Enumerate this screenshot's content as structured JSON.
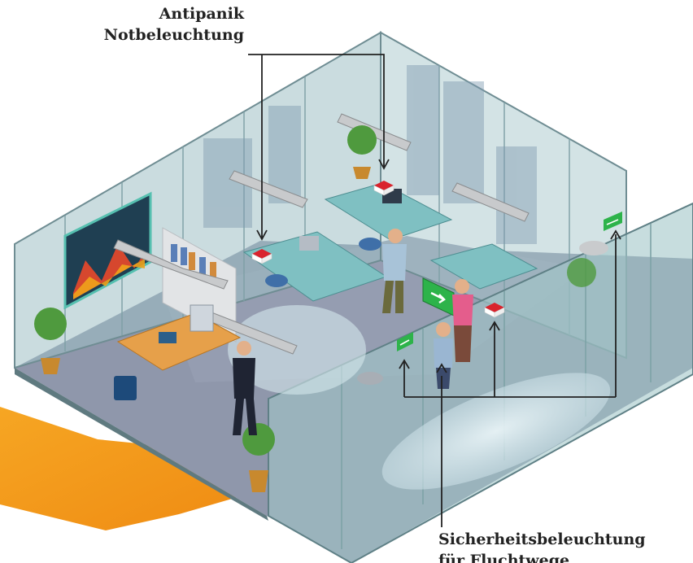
{
  "labels": {
    "antipanik": {
      "line1": "Antipanik",
      "line2": "Notbeleuchtung"
    },
    "sicherheit": {
      "line1": "Sicherheitsbeleuchtung",
      "line2": "für Fluchtwege"
    }
  },
  "exit_signs": [
    {
      "name": "exit-sign-large",
      "icon": "running-man-arrow-icon"
    },
    {
      "name": "exit-sign-small-left",
      "icon": "running-man-arrow-icon"
    },
    {
      "name": "exit-sign-small-right",
      "icon": "running-man-arrow-icon"
    }
  ],
  "colors": {
    "exit_green": "#2db34a",
    "emergency_red": "#d9232d",
    "floor": "#8a93a8",
    "glass": "#9ec3c4",
    "orange_arrow": "#f39a1b",
    "leader_line": "#222222"
  }
}
